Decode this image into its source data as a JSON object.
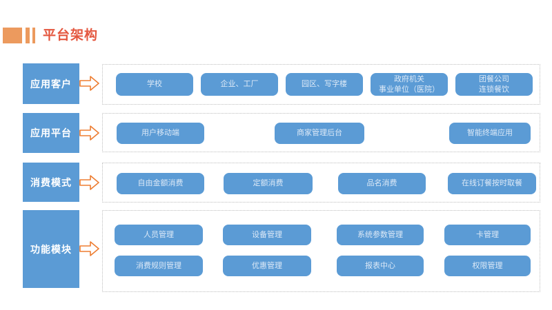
{
  "title": "平台架构",
  "rows": [
    {
      "label": "应用客户",
      "items": [
        "学校",
        "企业、工厂",
        "园区、写字楼",
        "政府机关\n事业单位（医院）",
        "团餐公司\n连锁餐饮"
      ]
    },
    {
      "label": "应用平台",
      "items": [
        "用户移动端",
        "商家管理后台",
        "智能终端应用"
      ]
    },
    {
      "label": "消费模式",
      "items": [
        "自由金额消费",
        "定额消费",
        "品名消费",
        "在线订餐按时取餐"
      ]
    },
    {
      "label": "功能模块",
      "items": [
        "人员管理",
        "设备管理",
        "系统参数管理",
        "卡管理",
        "消费规则管理",
        "优惠管理",
        "报表中心",
        "权限管理"
      ]
    }
  ],
  "icons": {
    "arrow": "right-block-arrow-icon",
    "title_marks": "orange-bars-icon"
  },
  "colors": {
    "node_blue": "#5B9BD5",
    "node_text": "#DCE9F7",
    "label_text": "#FFFFFF",
    "title_red": "#E4573F",
    "deco_orange": "#EC9A5E",
    "arrow_orange": "#ED7D31",
    "dash_border": "#BDBDBD"
  }
}
